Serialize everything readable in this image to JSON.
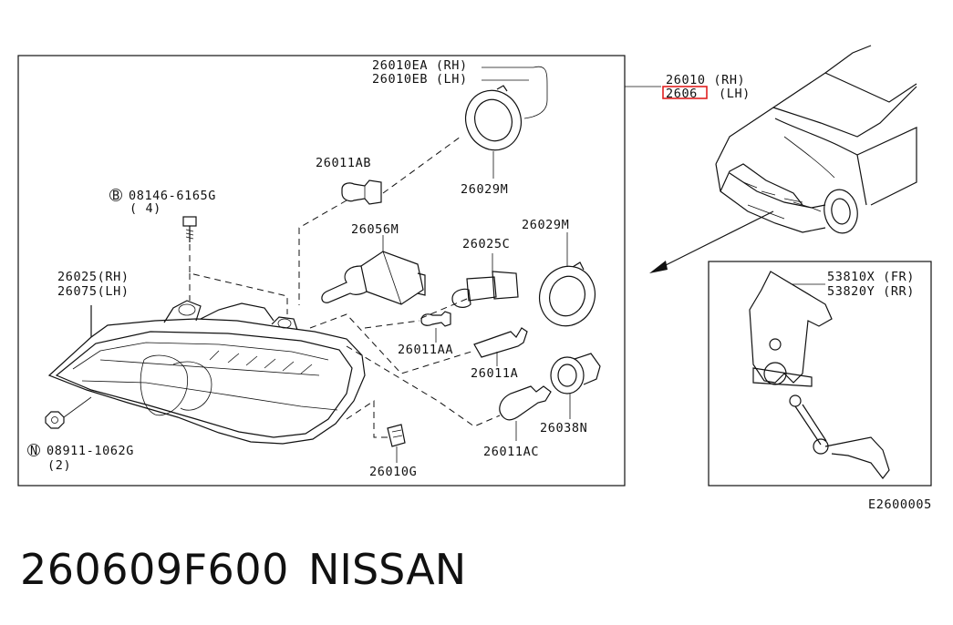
{
  "diagram": {
    "labels": {
      "assy_rh": "26010 (RH)",
      "assy_lh_suffix": "(LH)",
      "unit_rh": "26010EA (RH)",
      "unit_lh": "26010EB (LH)",
      "bulb_ab": "26011AB",
      "cap_top": "26029M",
      "bolt_code": "08146-6165G",
      "bolt_qty": "( 4)",
      "bolt_marker": "B",
      "cap_mid": "26029M",
      "socket_m": "26056M",
      "socket_c": "26025C",
      "housing_rh": "26025(RH)",
      "housing_lh": "26075(LH)",
      "bulb_aa": "26011AA",
      "bulb_a": "26011A",
      "socket_n": "26038N",
      "nut_code": "08911-1062G",
      "nut_qty": "(2)",
      "nut_marker": "N",
      "bulb_ac": "26011AC",
      "clip_g": "26010G",
      "sensor_fr": "53810X (FR)",
      "sensor_rr": "53820Y (RR)",
      "drawing_code": "E2600005"
    },
    "highlight_color": "#e02020"
  },
  "footer": {
    "part_number": "260609F600",
    "brand": "NISSAN"
  }
}
